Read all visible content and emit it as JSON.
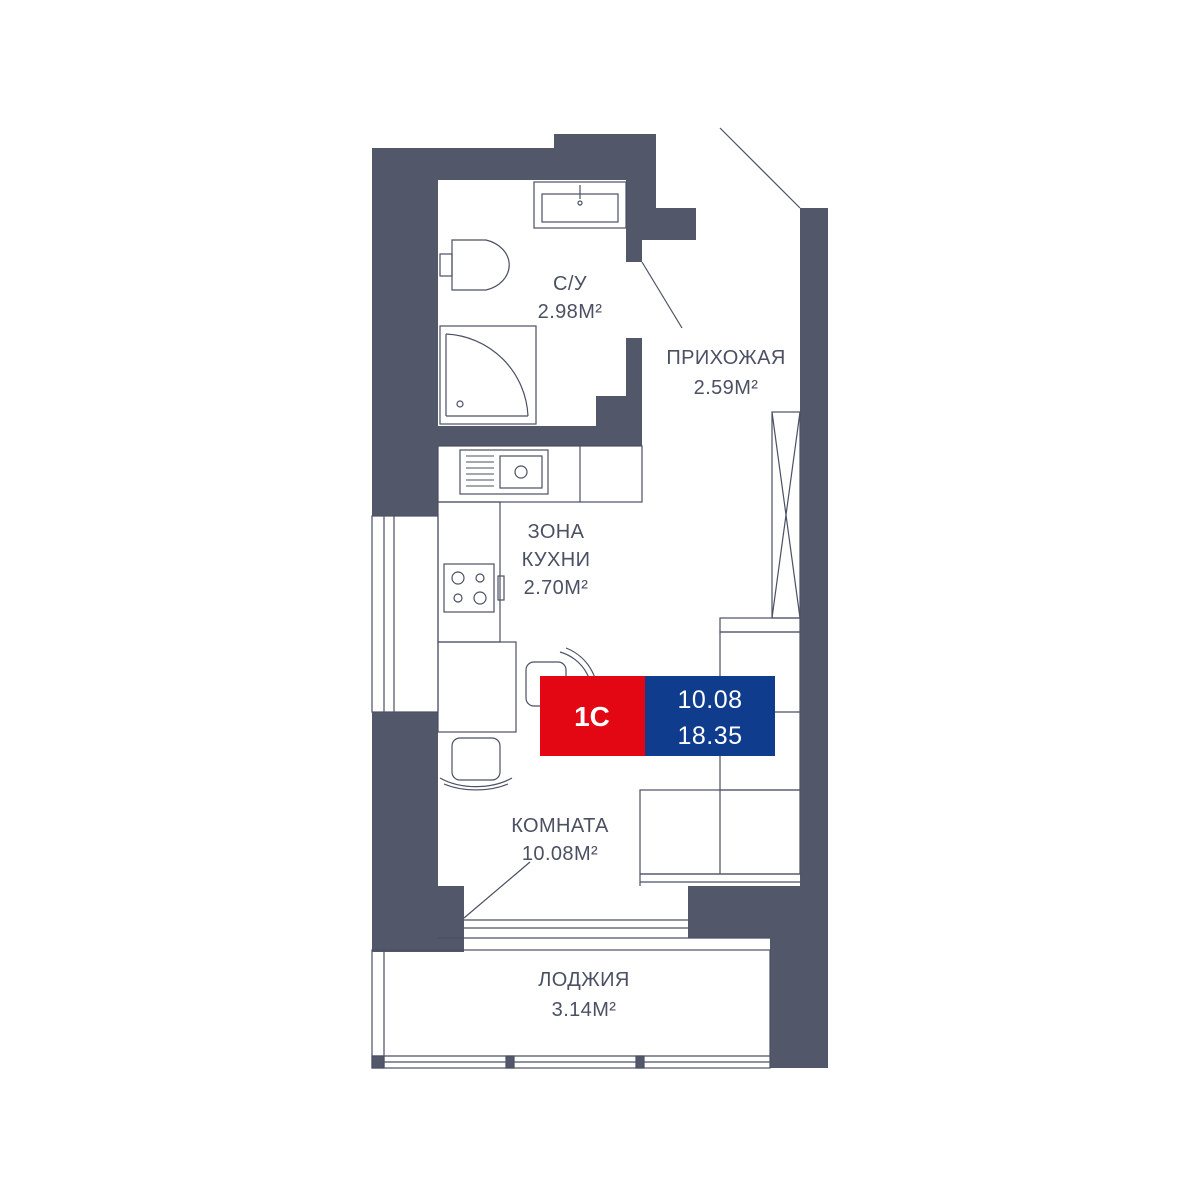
{
  "colors": {
    "wall": "#525769",
    "line": "#4b5063",
    "badge_red": "#e30613",
    "badge_blue": "#0f3c8c"
  },
  "rooms": {
    "bathroom": {
      "name": "С/У",
      "area": "2.98М²"
    },
    "hallway": {
      "name": "ПРИХОЖАЯ",
      "area": "2.59М²"
    },
    "kitchen": {
      "name_line1": "ЗОНА",
      "name_line2": "КУХНИ",
      "area": "2.70М²"
    },
    "room": {
      "name": "КОМНАТА",
      "area": "10.08М²"
    },
    "loggia": {
      "name": "ЛОДЖИЯ",
      "area": "3.14М²"
    }
  },
  "badge": {
    "type": "1С",
    "living_area": "10.08",
    "total_area": "18.35"
  }
}
